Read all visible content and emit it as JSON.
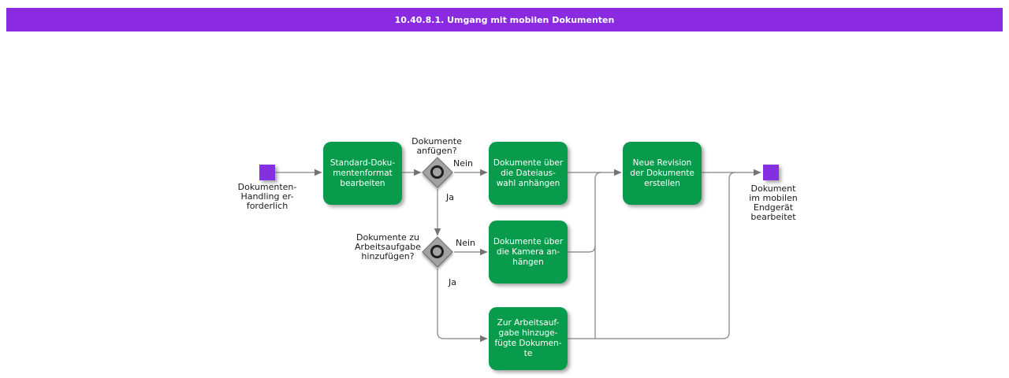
{
  "title_bar": {
    "text": "10.40.8.1. Umgang mit mobilen Dokumenten"
  },
  "colors": {
    "title_bar_bg": "#8A2BE2",
    "title_bar_text": "#ffffff",
    "task_green": "#089B4B",
    "task_text": "#ffffff",
    "event_purple": "#8430E0",
    "gateway_gray": "#A2A2A2",
    "connector_gray": "#808080",
    "label_text": "#1a1a1a",
    "page_bg": "#ffffff"
  },
  "diagram": {
    "start_event": {
      "label": "Dokumenten-\nHandling er-\nforderlich"
    },
    "end_event": {
      "label": "Dokument\nim mobilen\nEndgerät\nbearbeitet"
    },
    "tasks": [
      {
        "id": "standard-dokumentenformat",
        "label": "Standard-Doku-\nmentenformat\nbearbeiten"
      },
      {
        "id": "dateiauswahl-anhaengen",
        "label": "Dokumente über\ndie Dateiaus-\nwahl anhängen"
      },
      {
        "id": "kamera-anhaengen",
        "label": "Dokumente über\ndie Kamera an-\nhängen"
      },
      {
        "id": "zur-arbeitsaufgabe-hinzugefuegte-dokumente",
        "label": "Zur Arbeitsauf-\ngabe hinzuge-\nfügte Dokumen-\nte"
      },
      {
        "id": "neue-revision-erstellen",
        "label": "Neue Revision\nder Dokumente\nerstellen"
      }
    ],
    "decisions": [
      {
        "question": "Dokumente\nanfügen?",
        "no_label": "Nein",
        "yes_label": "Ja"
      },
      {
        "question": "Dokumente zu\nArbeitsaufgabe\nhinzufügen?",
        "no_label": "Nein",
        "yes_label": "Ja"
      }
    ]
  }
}
